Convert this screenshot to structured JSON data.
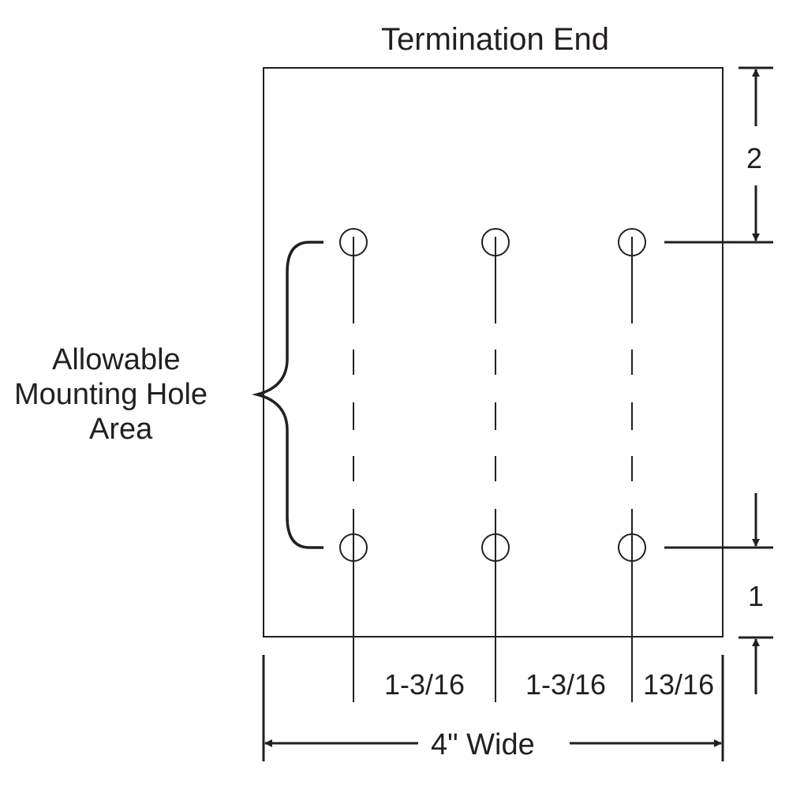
{
  "title": "Termination End",
  "side_label": [
    "Allowable",
    "Mounting Hole",
    "Area"
  ],
  "dimensions": {
    "top": "2",
    "bottom": "1",
    "spacing": [
      "1-3/16",
      "1-3/16",
      "13/16"
    ],
    "width": "4\" Wide"
  },
  "colors": {
    "ink": "#231f20",
    "background": "#ffffff"
  }
}
